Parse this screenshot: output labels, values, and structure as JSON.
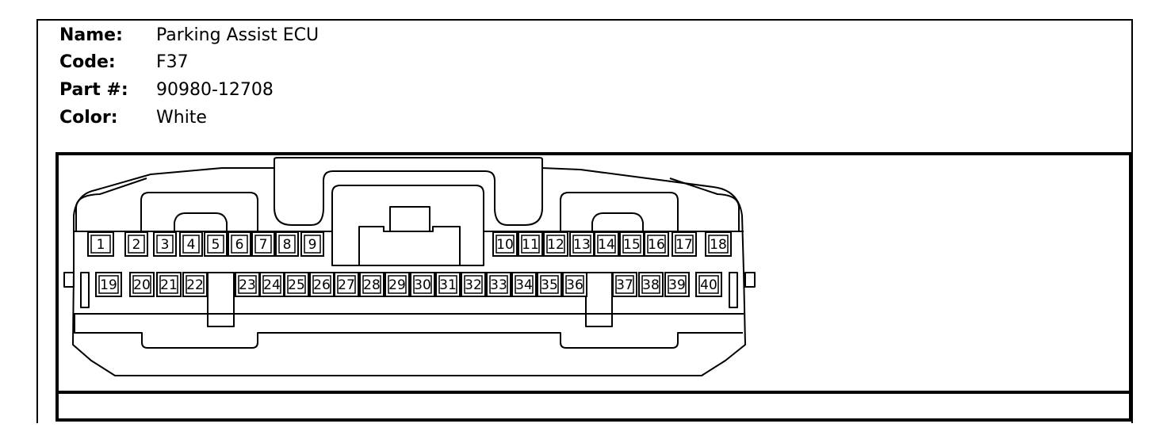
{
  "info": [
    {
      "label": "Name:",
      "value": "Parking Assist ECU"
    },
    {
      "label": "Code:",
      "value": "F37"
    },
    {
      "label": "Part #:",
      "value": "90980-12708"
    },
    {
      "label": "Color:",
      "value": "White"
    }
  ],
  "pins": {
    "row1": [
      "1",
      "2",
      "3",
      "4",
      "5",
      "6",
      "7",
      "8",
      "9",
      "10",
      "11",
      "12",
      "13",
      "14",
      "15",
      "16",
      "17",
      "18"
    ],
    "row2": [
      "19",
      "20",
      "21",
      "22",
      "23",
      "24",
      "25",
      "26",
      "27",
      "28",
      "29",
      "30",
      "31",
      "32",
      "33",
      "34",
      "35",
      "36",
      "37",
      "38",
      "39",
      "40"
    ]
  }
}
